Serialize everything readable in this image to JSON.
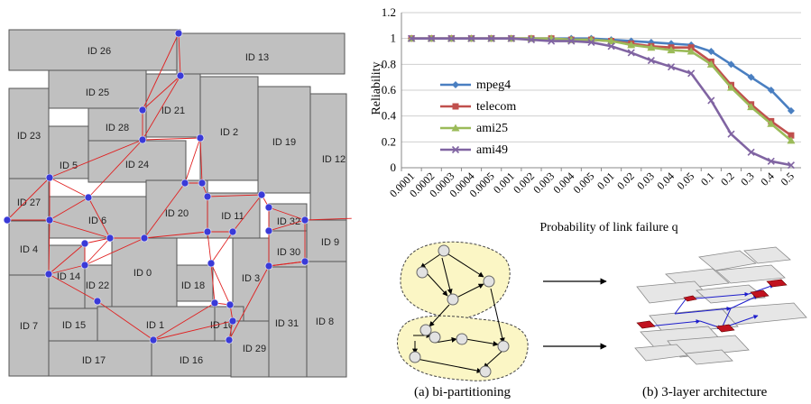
{
  "floorplan": {
    "cores": [
      {
        "id": "ID 26",
        "label": "ID 26"
      },
      {
        "id": "ID 13",
        "label": "ID 13"
      },
      {
        "id": "ID 25",
        "label": "ID 25"
      },
      {
        "id": "ID 21",
        "label": "ID 21"
      },
      {
        "id": "ID 28",
        "label": "ID 28"
      },
      {
        "id": "ID 2",
        "label": "ID 2"
      },
      {
        "id": "ID 19",
        "label": "ID 19"
      },
      {
        "id": "ID 23",
        "label": "ID 23"
      },
      {
        "id": "ID 5",
        "label": "ID 5"
      },
      {
        "id": "ID 24",
        "label": "ID 24"
      },
      {
        "id": "ID 12",
        "label": "ID 12"
      },
      {
        "id": "ID 27",
        "label": "ID 27"
      },
      {
        "id": "ID 6",
        "label": "ID 6"
      },
      {
        "id": "ID 20",
        "label": "ID 20"
      },
      {
        "id": "ID 11",
        "label": "ID 11"
      },
      {
        "id": "ID 32",
        "label": "ID 32"
      },
      {
        "id": "ID 4",
        "label": "ID 4"
      },
      {
        "id": "ID 30",
        "label": "ID 30"
      },
      {
        "id": "ID 9",
        "label": "ID 9"
      },
      {
        "id": "ID 14",
        "label": "ID 14"
      },
      {
        "id": "ID 22",
        "label": "ID 22"
      },
      {
        "id": "ID 0",
        "label": "ID 0"
      },
      {
        "id": "ID 18",
        "label": "ID 18"
      },
      {
        "id": "ID 3",
        "label": "ID 3"
      },
      {
        "id": "ID 7",
        "label": "ID 7"
      },
      {
        "id": "ID 15",
        "label": "ID 15"
      },
      {
        "id": "ID 1",
        "label": "ID 1"
      },
      {
        "id": "ID 10",
        "label": "ID 10"
      },
      {
        "id": "ID 31",
        "label": "ID 31"
      },
      {
        "id": "ID 8",
        "label": "ID 8"
      },
      {
        "id": "ID 17",
        "label": "ID 17"
      },
      {
        "id": "ID 16",
        "label": "ID 16"
      },
      {
        "id": "ID 29",
        "label": "ID 29"
      }
    ],
    "colors": {
      "core_fill": "#c0c0c0",
      "core_stroke": "#555555",
      "link": "#e02020",
      "router": "#3a3ad8"
    }
  },
  "chart_data": {
    "type": "line",
    "title": "",
    "xlabel": "Probability of link failure q",
    "ylabel": "Reliability",
    "ylim": [
      0,
      1.2
    ],
    "yticks": [
      "0",
      "0.2",
      "0.4",
      "0.6",
      "0.8",
      "1",
      "1.2"
    ],
    "grid": true,
    "legend": "left",
    "categories": [
      "0.0001",
      "0.0002",
      "0.0003",
      "0.0004",
      "0.0005",
      "0.001",
      "0.002",
      "0.003",
      "0.004",
      "0.005",
      "0.01",
      "0.02",
      "0.03",
      "0.04",
      "0.05",
      "0.1",
      "0.2",
      "0.3",
      "0.4",
      "0.5"
    ],
    "series": [
      {
        "name": "mpeg4",
        "color": "#4a7fc1",
        "marker": "diamond",
        "values": [
          1,
          1,
          1,
          1,
          1,
          1,
          1,
          1,
          1,
          1,
          0.99,
          0.98,
          0.97,
          0.96,
          0.95,
          0.9,
          0.8,
          0.7,
          0.6,
          0.44
        ]
      },
      {
        "name": "telecom",
        "color": "#c0504d",
        "marker": "square",
        "values": [
          1,
          1,
          1,
          1,
          1,
          1,
          1,
          1,
          0.99,
          0.99,
          0.98,
          0.96,
          0.94,
          0.93,
          0.93,
          0.82,
          0.64,
          0.49,
          0.36,
          0.25
        ]
      },
      {
        "name": "ami25",
        "color": "#9bbb59",
        "marker": "triangle",
        "values": [
          1,
          1,
          1,
          1,
          1,
          1,
          1,
          1,
          0.99,
          0.99,
          0.98,
          0.95,
          0.93,
          0.91,
          0.9,
          0.8,
          0.62,
          0.47,
          0.34,
          0.21
        ]
      },
      {
        "name": "ami49",
        "color": "#8064a2",
        "marker": "x",
        "values": [
          1,
          1,
          1,
          1,
          1,
          1,
          0.99,
          0.98,
          0.98,
          0.97,
          0.94,
          0.89,
          0.83,
          0.78,
          0.73,
          0.52,
          0.26,
          0.12,
          0.05,
          0.02
        ]
      }
    ]
  },
  "diagrams": {
    "caption_a": "(a) bi-partitioning",
    "caption_b": "(b) 3-layer architecture"
  }
}
